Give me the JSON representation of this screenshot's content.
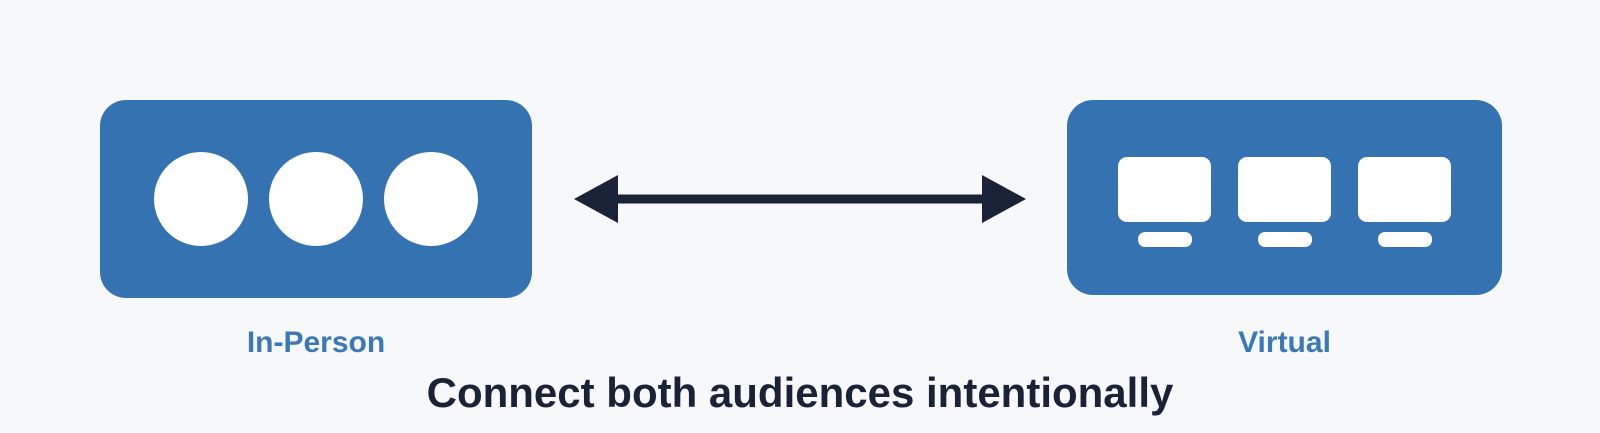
{
  "diagram": {
    "left": {
      "label": "In-Person",
      "icon": "person-circles-icon",
      "icon_count": 3
    },
    "right": {
      "label": "Virtual",
      "icon": "monitors-icon",
      "icon_count": 3
    },
    "connector": {
      "icon": "double-arrow-icon",
      "direction": "horizontal-bidirectional"
    },
    "caption": "Connect both audiences intentionally",
    "colors": {
      "box_blue": "#3572b2",
      "label_blue": "#3b78ba",
      "arrow_navy": "#1a2238",
      "caption_navy": "#1a2238",
      "icon_white": "#ffffff",
      "background": "#f7f8fa"
    }
  }
}
